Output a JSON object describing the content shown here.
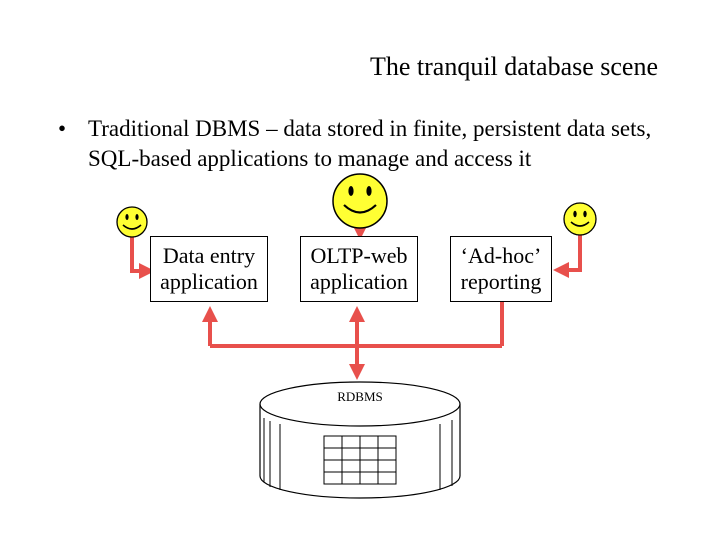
{
  "slide": {
    "title": "The tranquil database scene",
    "bullet_dot": "•",
    "bullet": "Traditional DBMS – data stored in finite, persistent data sets, SQL-based applications to manage and access it"
  },
  "diagram": {
    "apps": [
      {
        "label": "Data entry application"
      },
      {
        "label": "OLTP-web application"
      },
      {
        "label": "‘Ad-hoc’ reporting"
      }
    ],
    "database_label": "RDBMS"
  },
  "colors": {
    "arrow": "#e8504c",
    "smiley_face": "#ffff33",
    "smiley_outline": "#000000",
    "db_shade": "#e0e0e0"
  }
}
